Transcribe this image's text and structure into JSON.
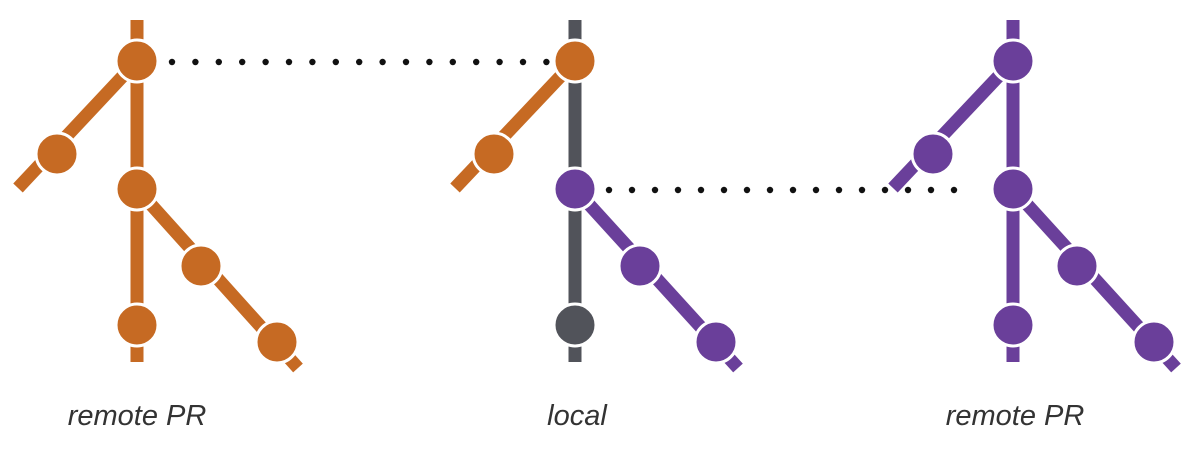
{
  "colors": {
    "orange": "#c66a23",
    "purple": "#6a3f9a",
    "gray": "#51535a",
    "connector": "#111111"
  },
  "captions": {
    "left": "remote PR",
    "middle": "local",
    "right": "remote PR"
  },
  "graphs": {
    "left": {
      "trunk": "orange",
      "nodes": "orange",
      "branches": "orange"
    },
    "middle": {
      "trunk": "gray",
      "top_commit": "orange",
      "side_branch": "orange",
      "merge_commit": "purple",
      "branch_commits": "purple",
      "bottom_commit": "gray"
    },
    "right": {
      "trunk": "purple",
      "nodes": "purple",
      "branches": "purple"
    }
  }
}
